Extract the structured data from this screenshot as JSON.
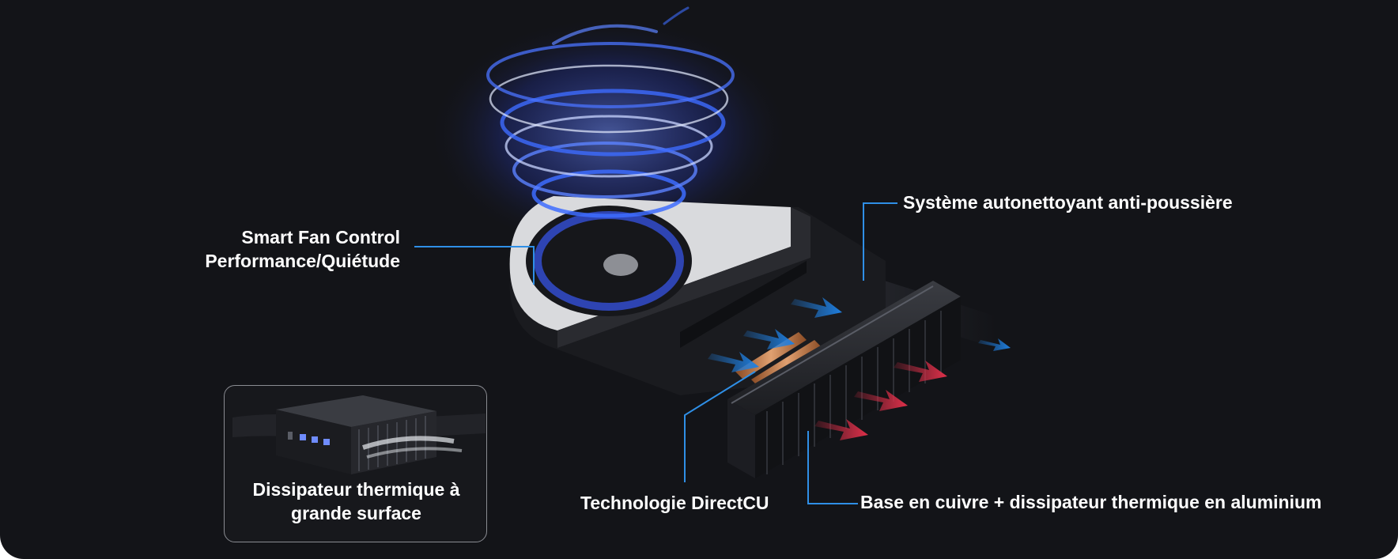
{
  "colors": {
    "background": "#131418",
    "callout_line": "#2f8fe6",
    "text": "#ffffff",
    "vortex": "#3d6cff",
    "intake_arrow": "#1f7fe0",
    "exhaust_arrow": "#e0304a"
  },
  "callouts": {
    "smart_fan_line1": "Smart Fan Control",
    "smart_fan_line2": "Performance/Quiétude",
    "self_cleaning": "Système autonettoyant anti-poussière",
    "directcu": "Technologie DirectCU",
    "copper_base": "Base en cuivre + dissipateur thermique en aluminium"
  },
  "inset": {
    "caption_line1": "Dissipateur thermique à",
    "caption_line2": "grande surface",
    "device_icon": "mini-pc-icon"
  },
  "illustration": {
    "fan_icon": "blower-fan-icon",
    "vortex_icon": "airflow-vortex-icon",
    "heatsink_icon": "heatsink-fins-icon",
    "heatpipe_icon": "copper-heatpipe-icon"
  }
}
